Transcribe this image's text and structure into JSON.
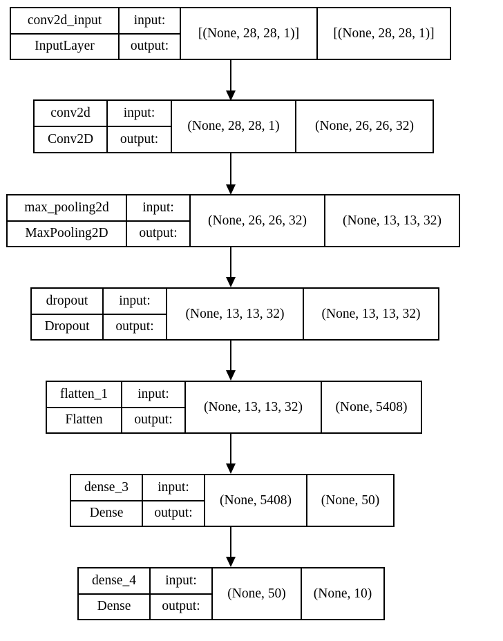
{
  "diagram": {
    "type": "keras-model-architecture",
    "background_color": "#ffffff",
    "border_color": "#000000",
    "text_color": "#000000",
    "io_labels": {
      "input": "input:",
      "output": "output:"
    },
    "layers": [
      {
        "name": "conv2d_input",
        "class_name": "InputLayer",
        "input_shape": "[(None, 28, 28, 1)]",
        "output_shape": "[(None, 28, 28, 1)]"
      },
      {
        "name": "conv2d",
        "class_name": "Conv2D",
        "input_shape": "(None, 28, 28, 1)",
        "output_shape": "(None, 26, 26, 32)"
      },
      {
        "name": "max_pooling2d",
        "class_name": "MaxPooling2D",
        "input_shape": "(None, 26, 26, 32)",
        "output_shape": "(None, 13, 13, 32)"
      },
      {
        "name": "dropout",
        "class_name": "Dropout",
        "input_shape": "(None, 13, 13, 32)",
        "output_shape": "(None, 13, 13, 32)"
      },
      {
        "name": "flatten_1",
        "class_name": "Flatten",
        "input_shape": "(None, 13, 13, 32)",
        "output_shape": "(None, 5408)"
      },
      {
        "name": "dense_3",
        "class_name": "Dense",
        "input_shape": "(None, 5408)",
        "output_shape": "(None, 50)"
      },
      {
        "name": "dense_4",
        "class_name": "Dense",
        "input_shape": "(None, 50)",
        "output_shape": "(None, 10)"
      }
    ],
    "edges": [
      {
        "from": "conv2d_input",
        "to": "conv2d"
      },
      {
        "from": "conv2d",
        "to": "max_pooling2d"
      },
      {
        "from": "max_pooling2d",
        "to": "dropout"
      },
      {
        "from": "dropout",
        "to": "flatten_1"
      },
      {
        "from": "flatten_1",
        "to": "dense_3"
      },
      {
        "from": "dense_3",
        "to": "dense_4"
      }
    ]
  }
}
